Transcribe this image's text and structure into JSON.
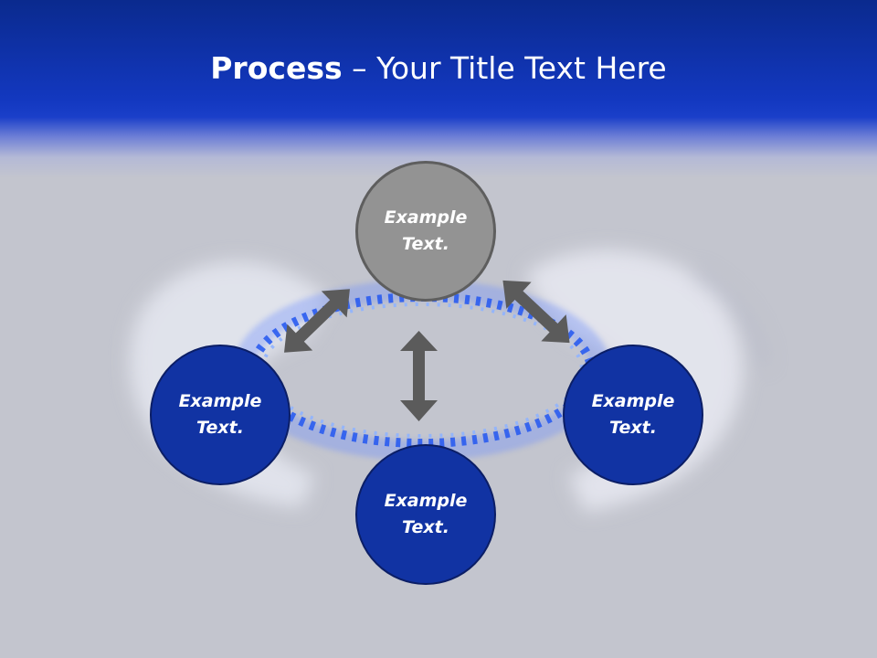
{
  "title": {
    "bold": "Process",
    "rest": " – Your Title Text Here"
  },
  "nodes": {
    "top": "Example\nText.",
    "left": "Example\nText.",
    "right": "Example\nText.",
    "bottom": "Example\nText."
  },
  "colors": {
    "header": "#1338c0",
    "background": "#c3c5ce",
    "node_blue": "#1133a3",
    "node_gray": "#939393",
    "arrow": "#5b5b5b",
    "flame": "#2a5cf0"
  },
  "icons": [
    "hands-flame-image",
    "double-arrow-icon"
  ]
}
